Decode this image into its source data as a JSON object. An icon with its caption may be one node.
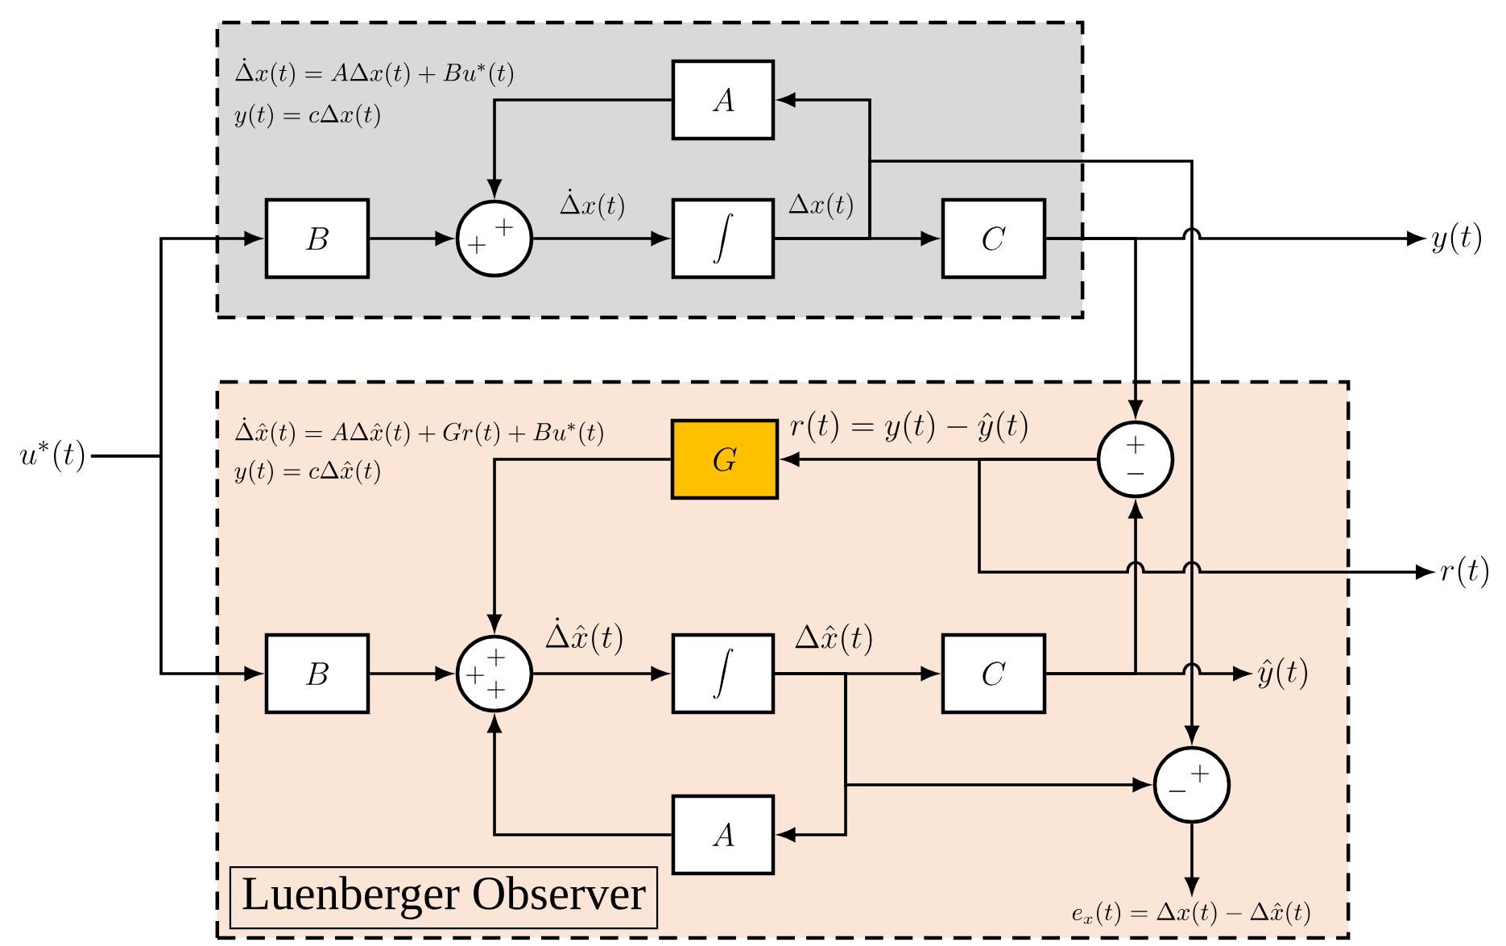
{
  "diagram": {
    "nodes": [
      {
        "text": [
          "\\dot{\\Delta}x(t)=A\\Delta x(t)+Bu^{*}(t)",
          "y(t)=c\\Delta x(t)"
        ]
      },
      {
        "text": [
          "B"
        ],
        "in": 0
      },
      {
        "text": [
          "+",
          "+"
        ],
        "in": 0
      },
      {
        "text": [
          "\\int"
        ],
        "in": 0
      },
      {
        "text": [
          "A"
        ],
        "in": 0
      },
      {
        "text": [
          "C"
        ],
        "in": 0
      },
      {
        "text": [
          "\\dot{\\Delta}\\hat{x}(t)=A\\Delta\\hat{x}(t)+Gr(t)+Bu^{*}(t)",
          "y(t)=c\\Delta\\hat{x}(t)"
        ]
      },
      {
        "text": [
          "Luenberger Observer"
        ],
        "in": 6
      },
      {
        "text": [
          "B"
        ],
        "in": 6
      },
      {
        "text": [
          "+",
          "+",
          "+"
        ],
        "in": 6
      },
      {
        "text": [
          "\\int"
        ],
        "in": 6
      },
      {
        "text": [
          "A"
        ],
        "in": 6
      },
      {
        "text": [
          "C"
        ],
        "in": 6
      },
      {
        "text": [
          "G"
        ],
        "in": 6
      },
      {
        "text": [
          "+",
          "-"
        ],
        "in": 6
      },
      {
        "text": [
          "+",
          "-"
        ],
        "in": 6
      },
      {
        "text": [
          "u^{*}(t)"
        ]
      },
      {
        "text": [
          "y(t)"
        ]
      },
      {
        "text": [
          "r(t)"
        ]
      },
      {
        "text": [
          "\\hat{y}(t)"
        ],
        "in": 6
      },
      {
        "text": [
          "e_{x}(t)=\\Delta x(t)-\\Delta\\hat{x}(t)"
        ],
        "in": 6
      }
    ],
    "edges": [
      {
        "from": 16,
        "to": 1,
        "arrow": "to"
      },
      {
        "from": 16,
        "to": 8,
        "arrow": "to"
      },
      {
        "from": 1,
        "to": 2,
        "arrow": "to"
      },
      {
        "from": 2,
        "to": 3,
        "arrow": "to",
        "label": "\\dot{\\Delta}x(t)"
      },
      {
        "from": 3,
        "to": 5,
        "arrow": "to",
        "label": "\\Delta x(t)"
      },
      {
        "from": 3,
        "to": 4,
        "arrow": "to"
      },
      {
        "from": 4,
        "to": 2,
        "arrow": "to"
      },
      {
        "from": 5,
        "to": 17,
        "arrow": "to"
      },
      {
        "from": 5,
        "to": 14,
        "arrow": "to"
      },
      {
        "from": 3,
        "to": 15,
        "arrow": "to"
      },
      {
        "from": 8,
        "to": 9,
        "arrow": "to"
      },
      {
        "from": 9,
        "to": 10,
        "arrow": "to",
        "label": "\\dot{\\Delta}\\hat{x}(t)"
      },
      {
        "from": 10,
        "to": 12,
        "arrow": "to",
        "label": "\\Delta\\hat{x}(t)"
      },
      {
        "from": 10,
        "to": 11,
        "arrow": "to"
      },
      {
        "from": 11,
        "to": 9,
        "arrow": "to"
      },
      {
        "from": 10,
        "to": 15,
        "arrow": "to"
      },
      {
        "from": 12,
        "to": 19,
        "arrow": "to"
      },
      {
        "from": 12,
        "to": 14,
        "arrow": "to"
      },
      {
        "from": 14,
        "to": 13,
        "arrow": "to",
        "label": "r(t)=y(t)-\\hat{y}(t)"
      },
      {
        "from": 14,
        "to": 18,
        "arrow": "to"
      },
      {
        "from": 13,
        "to": 9,
        "arrow": "to"
      },
      {
        "from": 15,
        "to": 20,
        "arrow": "to"
      }
    ]
  }
}
